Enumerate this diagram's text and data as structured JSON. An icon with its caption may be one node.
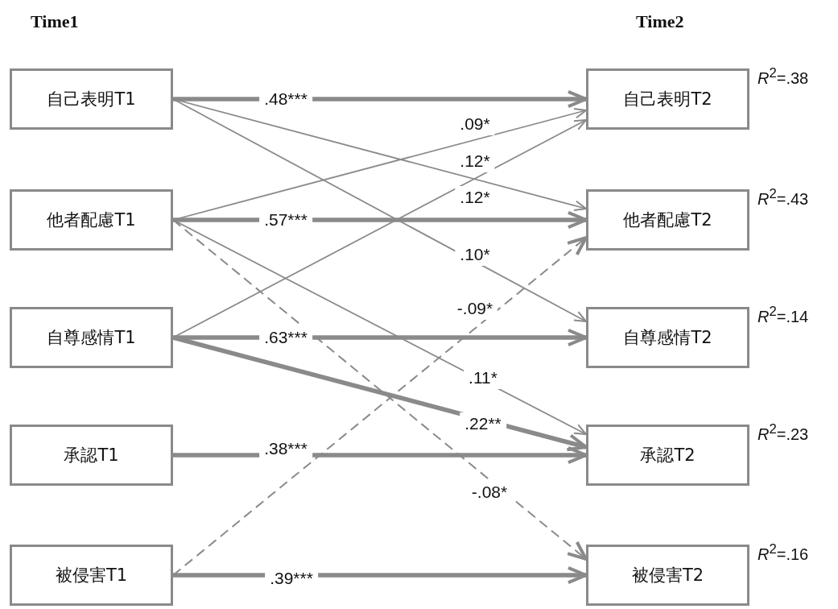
{
  "diagram": {
    "nodes": [
      {
        "text": [
          "自己表明T1"
        ]
      },
      {
        "text": [
          "他者配慮T1"
        ]
      },
      {
        "text": [
          "自尊感情T1"
        ]
      },
      {
        "text": [
          "承認T1"
        ]
      },
      {
        "text": [
          "被侵害T1"
        ]
      },
      {
        "text": [
          "自己表明T2"
        ],
        "beside": [
          "*R*$^{2}$=.38"
        ]
      },
      {
        "text": [
          "他者配慮T2"
        ],
        "beside": [
          "*R*$^{2}$=.43"
        ]
      },
      {
        "text": [
          "自尊感情T2"
        ],
        "beside": [
          "*R*$^{2}$=.14"
        ]
      },
      {
        "text": [
          "承認T2"
        ],
        "beside": [
          "*R*$^{2}$=.23"
        ]
      },
      {
        "text": [
          "被侵害T2"
        ],
        "beside": [
          "*R*$^{2}$=.16"
        ]
      }
    ],
    "edges": [
      {
        "from": 0,
        "to": 5,
        "arrow": "to",
        "label": ".48***",
        "style": "thick"
      },
      {
        "from": 1,
        "to": 6,
        "arrow": "to",
        "label": ".57***",
        "style": "thick"
      },
      {
        "from": 2,
        "to": 7,
        "arrow": "to",
        "label": ".63***",
        "style": "thick"
      },
      {
        "from": 3,
        "to": 8,
        "arrow": "to",
        "label": ".38***",
        "style": "thick"
      },
      {
        "from": 4,
        "to": 9,
        "arrow": "to",
        "label": ".39***",
        "style": "thick"
      },
      {
        "from": 1,
        "to": 5,
        "arrow": "to",
        "label": ".09*"
      },
      {
        "from": 2,
        "to": 5,
        "arrow": "to",
        "label": ".12*"
      },
      {
        "from": 0,
        "to": 6,
        "arrow": "to",
        "label": ".12*"
      },
      {
        "from": 0,
        "to": 7,
        "arrow": "to",
        "label": ".10*"
      },
      {
        "from": 4,
        "to": 6,
        "arrow": "to",
        "label": "-.09*",
        "style": "dashed"
      },
      {
        "from": 1,
        "to": 8,
        "arrow": "to",
        "label": ".11*"
      },
      {
        "from": 2,
        "to": 8,
        "arrow": "to",
        "label": ".22**",
        "style": "thick"
      },
      {
        "from": 1,
        "to": 9,
        "arrow": "to",
        "label": "-.08*",
        "style": "dashed"
      }
    ],
    "labels": [
      "Time1",
      "Time2"
    ]
  }
}
